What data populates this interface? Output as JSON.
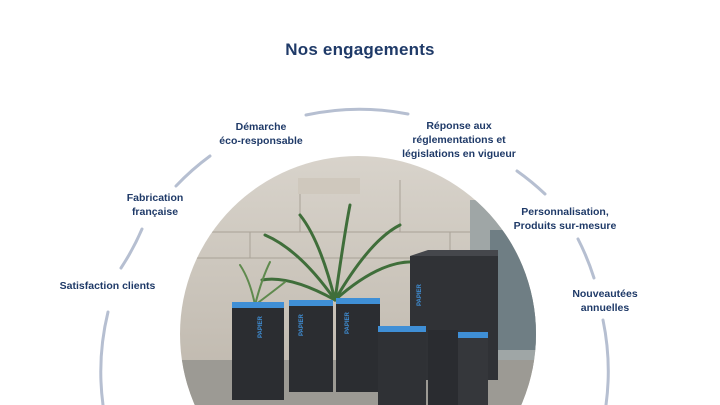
{
  "page": {
    "title": "Nos engagements"
  },
  "commitments": [
    {
      "id": "demarche",
      "label": "Démarche\néco-responsable"
    },
    {
      "id": "reponse",
      "label": "Réponse aux\nréglementations et\nlégislations en vigueur"
    },
    {
      "id": "fabrication",
      "label": "Fabrication\nfrançaise"
    },
    {
      "id": "personnalisation",
      "label": "Personnalisation,\nProduits sur-mesure"
    },
    {
      "id": "satisfaction",
      "label": "Satisfaction clients"
    },
    {
      "id": "nouveautes",
      "label": "Nouveautées\nannuelles"
    }
  ],
  "photo": {
    "bin_label": "PAPIER"
  },
  "colors": {
    "title": "#1f3a68",
    "arc": "#b6bfd1",
    "bin_body": "#2b2d31",
    "bin_lid": "#3f8fd6"
  }
}
